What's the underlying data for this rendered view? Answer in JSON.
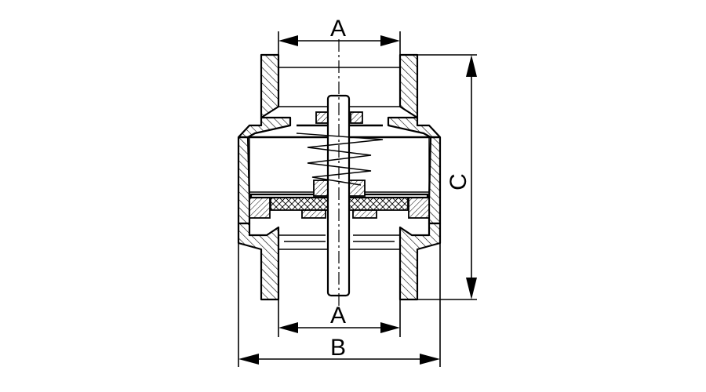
{
  "diagram": {
    "dimensions": {
      "top_width": "A",
      "bottom_width": "A",
      "overall_width": "B",
      "height": "C"
    }
  }
}
